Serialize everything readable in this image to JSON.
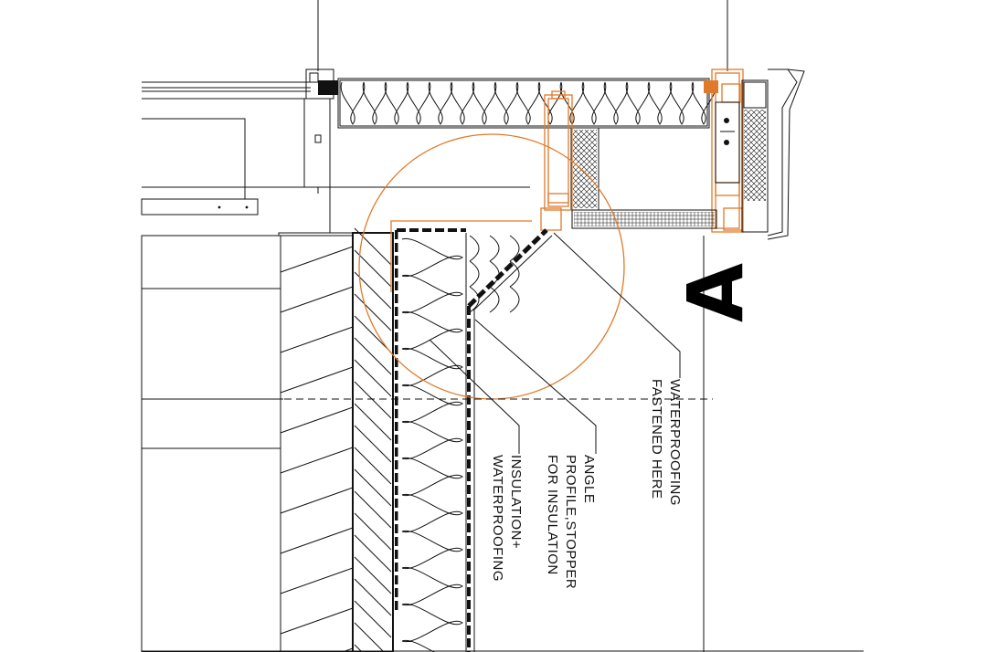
{
  "section_marker": "A",
  "labels": {
    "waterproofing_line1": "WATERPROOFING",
    "waterproofing_line2": "FASTENED HERE",
    "angle_line1": "ANGLE",
    "angle_line2": "PROFILE,STOPPER",
    "angle_line3": "FOR INSULATION",
    "insulation_line1": "INSULATION+",
    "insulation_line2": "WATERPROOFING"
  },
  "colors": {
    "line": "#111111",
    "accent": "#e07a2a",
    "background": "#ffffff"
  }
}
